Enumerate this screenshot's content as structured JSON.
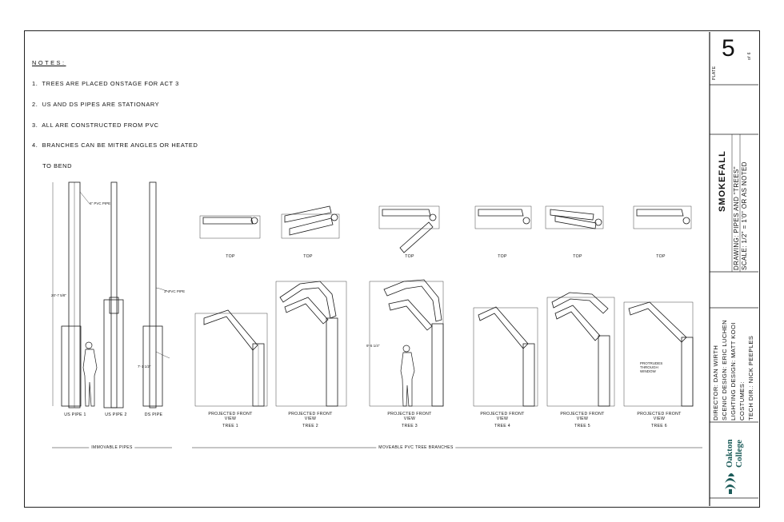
{
  "notes": {
    "heading": "NOTES:",
    "lines": [
      "1.  TREES ARE PLACED ONSTAGE FOR ACT 3",
      "2.  US AND DS PIPES ARE STATIONARY",
      "3.  ALL ARE CONSTRUCTED FROM PVC",
      "4.  BRANCHES CAN BE MITRE ANGLES OR HEATED",
      "     TO BEND"
    ]
  },
  "title_block": {
    "plate_label": "PLATE",
    "plate_number": "5",
    "plate_of": "of 6",
    "show_title": "SMOKEFALL",
    "drawing_line": "DRAWING: PIPES AND \"TREES\"",
    "scale_line": "SCALE: 1/2\" = 1'0\" OR AS NOTED",
    "credits": [
      "DIRECTOR: DAN WIRTH",
      "SCENIC DESIGN: ERIC LUCHEN",
      "LIGHTING DESIGN: MATT KOOI",
      "COSTUMES:",
      "TECH DIR.: NICK PEEPLES"
    ],
    "logo_line1": "Oakton",
    "logo_line2": "College"
  },
  "views": {
    "top_label": "TOP",
    "proj_label": "PROJECTED FRONT VIEW"
  },
  "pipes": [
    {
      "label": "US PIPE 1"
    },
    {
      "label": "US PIPE 2"
    },
    {
      "label": "DS PIPE"
    }
  ],
  "trees": [
    {
      "label": "TREE 1"
    },
    {
      "label": "TREE 2"
    },
    {
      "label": "TREE 3"
    },
    {
      "label": "TREE 4"
    },
    {
      "label": "TREE 5"
    },
    {
      "label": "TREE 6"
    }
  ],
  "legends": {
    "immovable": "IMMOVABLE PIPES",
    "moveable": "MOVEABLE PVC TREE BRANCHES"
  },
  "annotations": {
    "pipe_callout": "6\" PVC PIPE",
    "pipe_callout_small": "3\" PVC PIPE",
    "tree6_note": "PROTRUDES THROUGH WINDOW",
    "dim_a": "20'-7 5/8\"",
    "dim_b": "7'-1 1/2\"",
    "dim_c": "9'-5 1/4\""
  },
  "colors": {
    "ink": "#1a1a1a",
    "logo": "#1d5c5a"
  }
}
